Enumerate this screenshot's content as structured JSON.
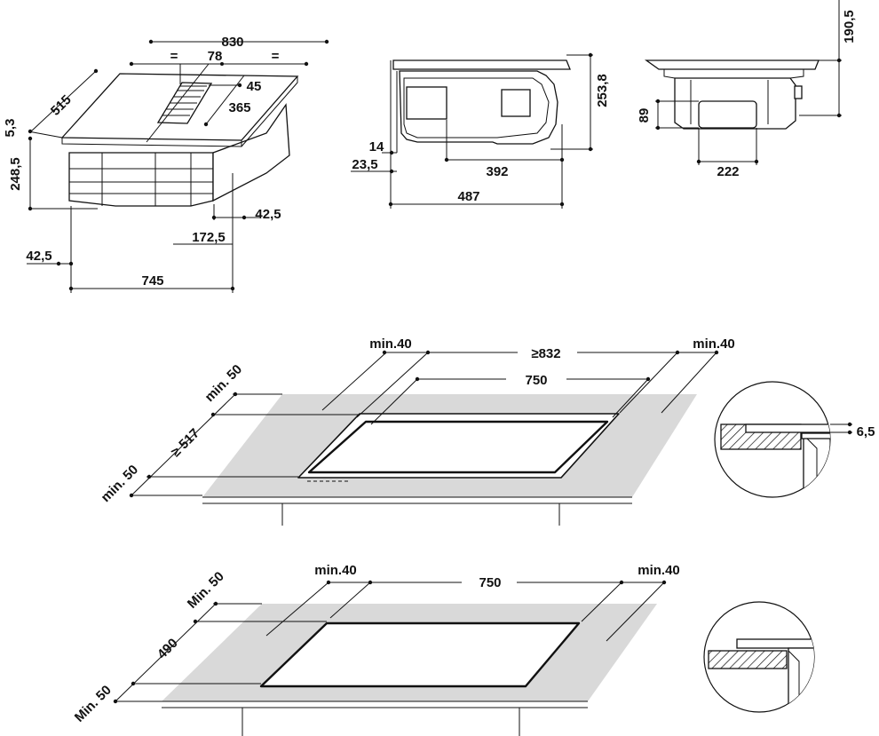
{
  "top_views": {
    "iso": {
      "width": "830",
      "equal_left": "=",
      "equal_right": "=",
      "vent_width": "78",
      "vent_depth": "45",
      "vent_pos": "365",
      "depth": "515",
      "glass": "5,3",
      "height": "248,5",
      "offset_right": "42,5",
      "motor_pos": "172,5",
      "offset_left": "42,5",
      "box_width": "745"
    },
    "side": {
      "height": "253,8",
      "a": "14",
      "b": "23,5",
      "motor": "392",
      "depth": "487"
    },
    "front": {
      "height": "190,5",
      "duct_h": "89",
      "duct_w": "222"
    }
  },
  "install_a": {
    "min_left": "min.40",
    "width": "≥832",
    "min_right": "min.40",
    "cut": "750",
    "min_back": "min. 50",
    "depth": "≥ 517",
    "min_front": "min. 50",
    "detail": "6,5"
  },
  "install_b": {
    "min_left": "min.40",
    "cut": "750",
    "min_right": "min.40",
    "min_back": "Min. 50",
    "depth": "490",
    "min_front": "Min. 50"
  }
}
